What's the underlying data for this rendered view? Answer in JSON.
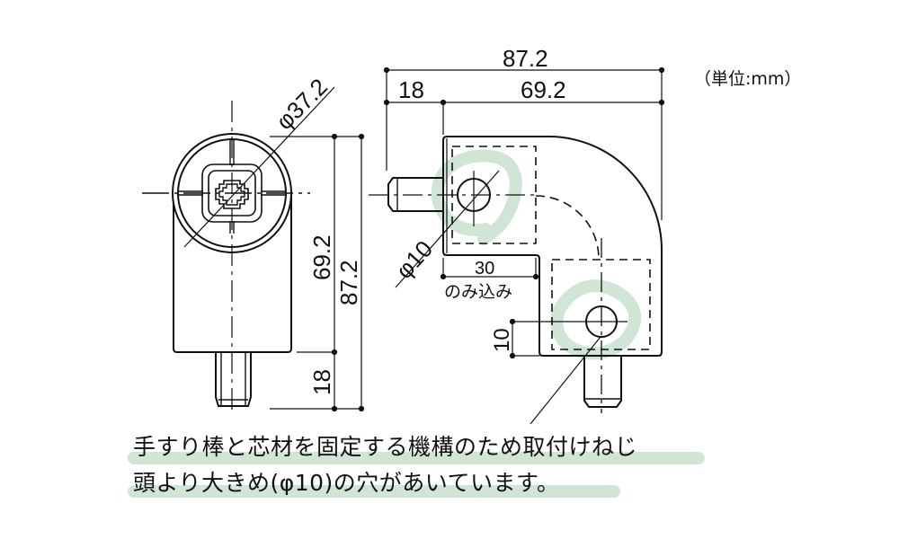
{
  "unit_label": "（単位:mm）",
  "colors": {
    "line": "#111111",
    "highlight": "#cfe5d6",
    "marker_circle": "#cfe5d6"
  },
  "front_view": {
    "diameter_label": "φ37.2",
    "height_upper_label": "69.2",
    "height_total_label": "87.2",
    "pin_length_label": "18"
  },
  "side_view": {
    "width_total_label": "87.2",
    "pin_length_label": "18",
    "body_width_label": "69.2",
    "hole_diameter_label": "φ10",
    "insert_depth_value": "30",
    "insert_depth_caption": "のみ込み",
    "hole_offset_label": "10"
  },
  "note": {
    "line1": "手すり棒と芯材を固定する機構のため取付けねじ",
    "line2": "頭より大きめ(φ10)の穴があいています。"
  }
}
